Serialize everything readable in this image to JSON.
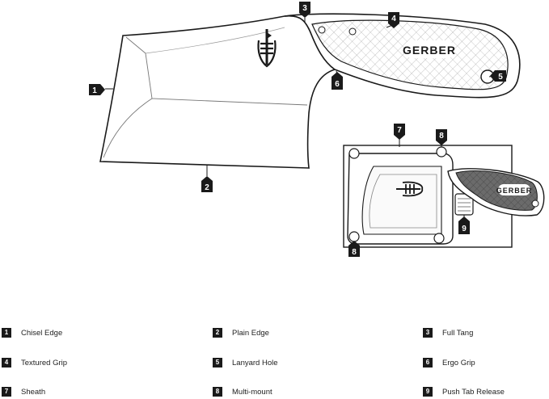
{
  "brand": "GERBER",
  "callouts": {
    "c1": "1",
    "c2": "2",
    "c3": "3",
    "c4": "4",
    "c5": "5",
    "c6": "6",
    "c7": "7",
    "c8a": "8",
    "c8b": "8",
    "c9": "9"
  },
  "legend": [
    {
      "num": "1",
      "label": "Chisel Edge"
    },
    {
      "num": "2",
      "label": "Plain Edge"
    },
    {
      "num": "3",
      "label": "Full Tang"
    },
    {
      "num": "4",
      "label": "Textured Grip"
    },
    {
      "num": "5",
      "label": "Lanyard Hole"
    },
    {
      "num": "6",
      "label": "Ergo Grip"
    },
    {
      "num": "7",
      "label": "Sheath"
    },
    {
      "num": "8",
      "label": "Multi-mount"
    },
    {
      "num": "9",
      "label": "Push Tab Release"
    }
  ]
}
